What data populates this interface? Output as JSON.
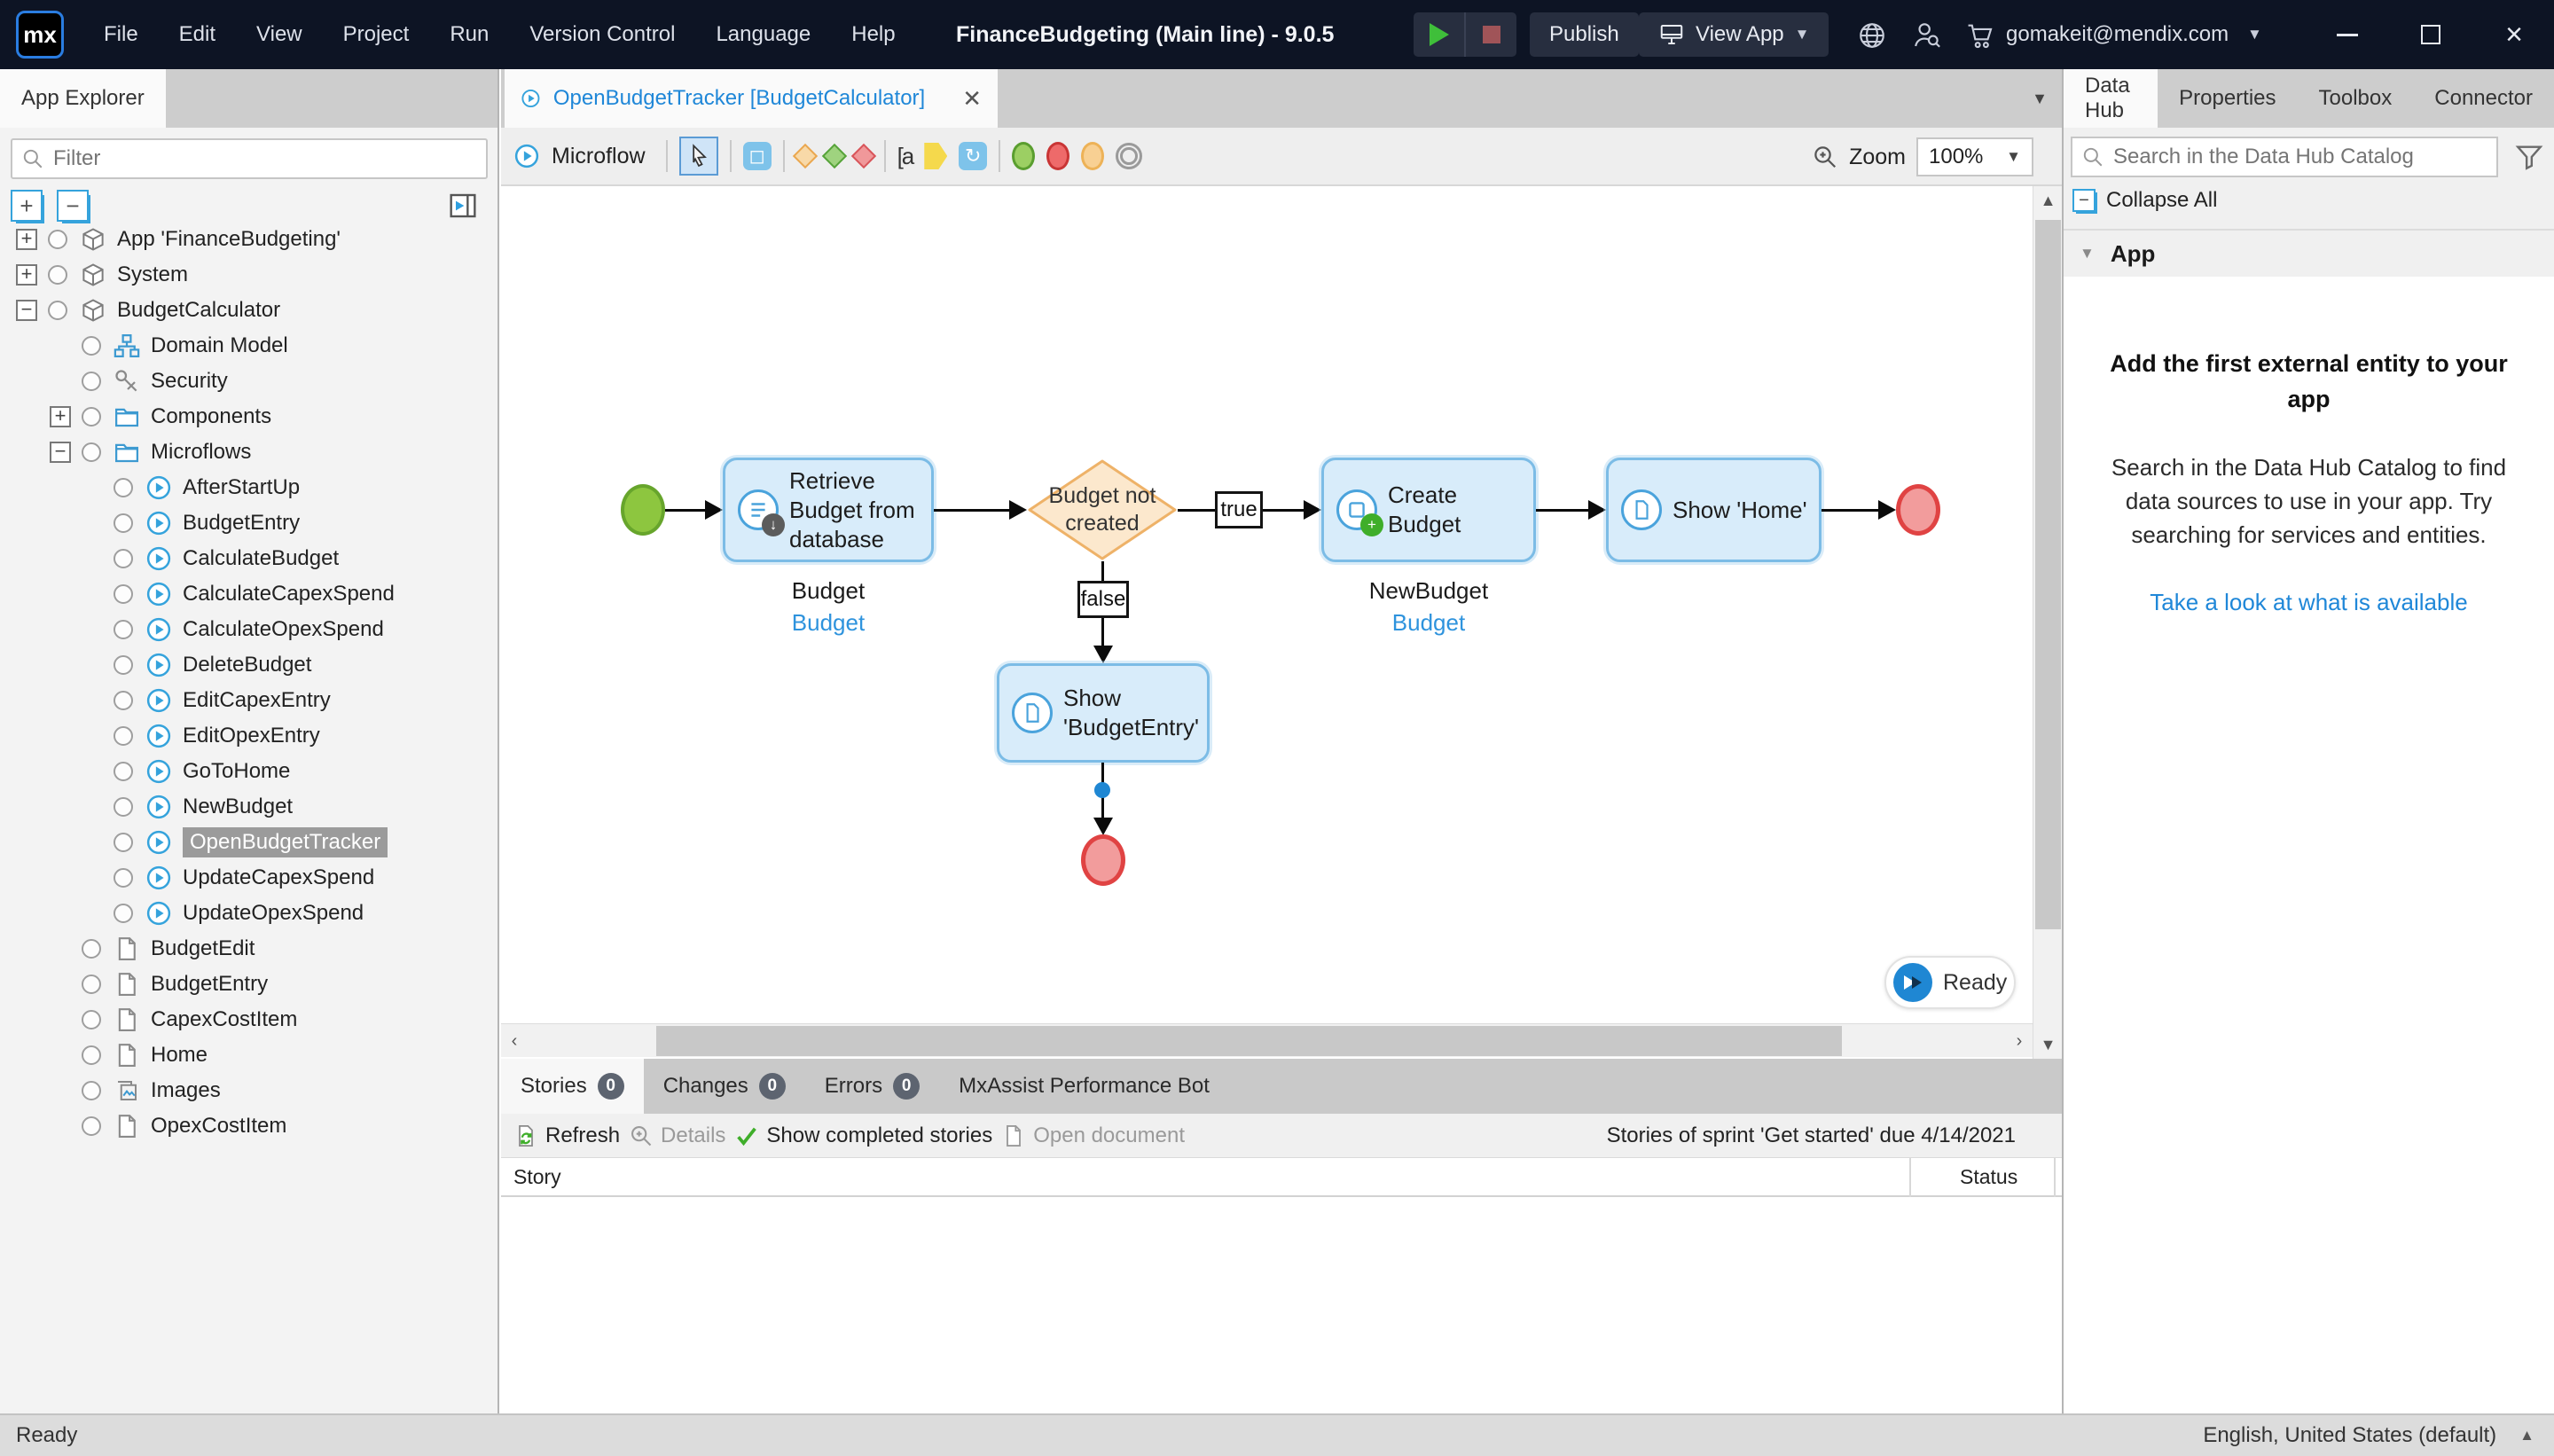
{
  "menubar": {
    "logo": "mx",
    "items": [
      "File",
      "Edit",
      "View",
      "Project",
      "Run",
      "Version Control",
      "Language",
      "Help"
    ],
    "title": "FinanceBudgeting (Main line) - 9.0.5",
    "publish": "Publish",
    "view_app": "View App",
    "account": "gomakeit@mendix.com"
  },
  "app_explorer": {
    "tab": "App Explorer",
    "filter_placeholder": "Filter",
    "tree": [
      {
        "label": "App 'FinanceBudgeting'"
      },
      {
        "label": "System"
      },
      {
        "label": "BudgetCalculator"
      },
      {
        "label": "Domain Model"
      },
      {
        "label": "Security"
      },
      {
        "label": "Components"
      },
      {
        "label": "Microflows"
      },
      {
        "label": "AfterStartUp"
      },
      {
        "label": "BudgetEntry"
      },
      {
        "label": "CalculateBudget"
      },
      {
        "label": "CalculateCapexSpend"
      },
      {
        "label": "CalculateOpexSpend"
      },
      {
        "label": "DeleteBudget"
      },
      {
        "label": "EditCapexEntry"
      },
      {
        "label": "EditOpexEntry"
      },
      {
        "label": "GoToHome"
      },
      {
        "label": "NewBudget"
      },
      {
        "label": "OpenBudgetTracker"
      },
      {
        "label": "UpdateCapexSpend"
      },
      {
        "label": "UpdateOpexSpend"
      },
      {
        "label": "BudgetEdit"
      },
      {
        "label": "BudgetEntry"
      },
      {
        "label": "CapexCostItem"
      },
      {
        "label": "Home"
      },
      {
        "label": "Images"
      },
      {
        "label": "OpexCostItem"
      }
    ]
  },
  "editor": {
    "doc_tab": "OpenBudgetTracker [BudgetCalculator]",
    "mode_label": "Microflow",
    "zoom_label": "Zoom",
    "zoom_value": "100%"
  },
  "diagram": {
    "retrieve_label": "Retrieve Budget from database",
    "retrieve_caption": "Budget",
    "retrieve_caption2": "Budget",
    "decision_label": "Budget not created",
    "true_label": "true",
    "false_label": "false",
    "create_label": "Create Budget",
    "create_caption": "NewBudget",
    "create_caption2": "Budget",
    "show_home_label": "Show 'Home'",
    "show_entry_label": "Show 'BudgetEntry'",
    "ready_label": "Ready"
  },
  "dock": {
    "tabs": [
      {
        "label": "Stories",
        "badge": "0"
      },
      {
        "label": "Changes",
        "badge": "0"
      },
      {
        "label": "Errors",
        "badge": "0"
      },
      {
        "label": "MxAssist Performance Bot",
        "badge": ""
      }
    ],
    "refresh": "Refresh",
    "details": "Details",
    "show_completed": "Show completed stories",
    "open_document": "Open document",
    "sprint_info": "Stories of sprint 'Get started' due 4/14/2021",
    "col_story": "Story",
    "col_status": "Status"
  },
  "data_hub": {
    "tabs": [
      "Data Hub",
      "Properties",
      "Toolbox",
      "Connector"
    ],
    "search_placeholder": "Search in the Data Hub Catalog",
    "collapse_all": "Collapse All",
    "section": "App",
    "empty_title": "Add the first external entity to your app",
    "empty_body": "Search in the Data Hub Catalog to find data sources to use in your app. Try searching for services and entities.",
    "empty_link": "Take a look at what is available"
  },
  "statusbar": {
    "left": "Ready",
    "right": "English, United States (default)"
  },
  "colors": {
    "accent_blue": "#2e9fe0",
    "menubar_bg": "#0d1424",
    "start_green": "#8dc63f",
    "end_red": "#f29c9c",
    "activity_fill": "#d8ecfa",
    "activity_border": "#7cbce6",
    "decision_fill": "#fce8cd",
    "decision_border": "#eeb268",
    "link_blue": "#1f87d8"
  }
}
